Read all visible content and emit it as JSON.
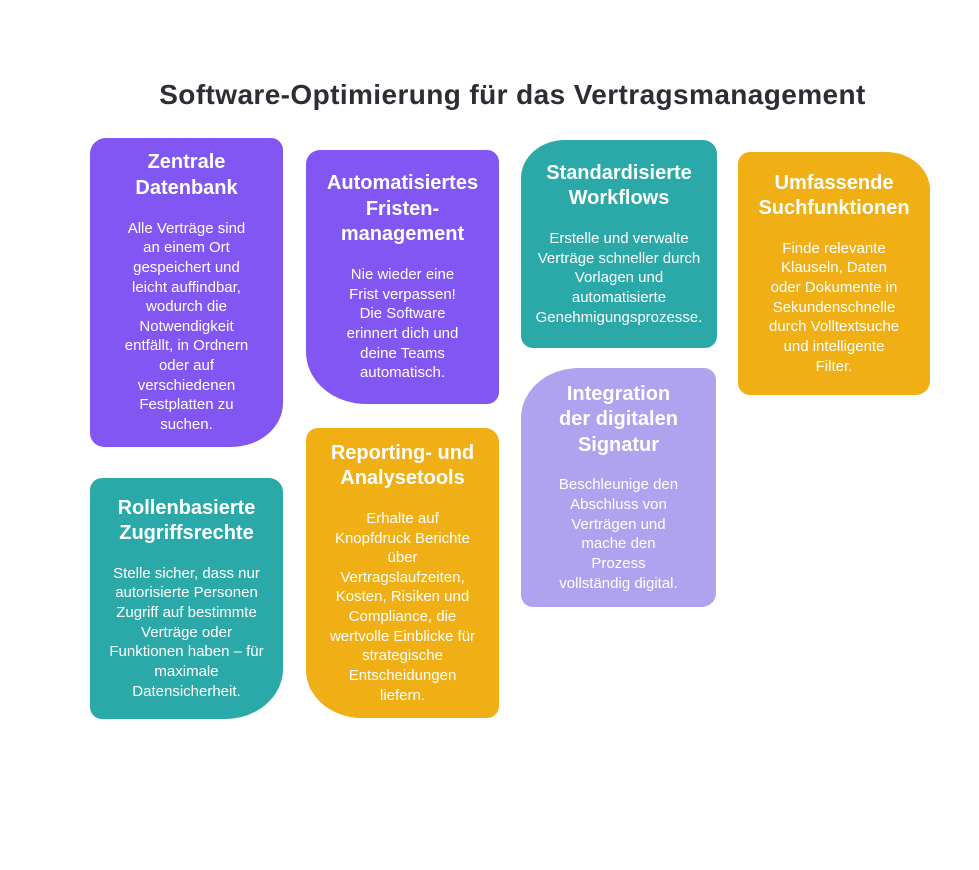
{
  "title": "Software-Optimierung für das Vertragsmanagement",
  "colors": {
    "background": "#FFFFFF",
    "title_text": "#2E2D35",
    "card_text": "#FFFFFF",
    "purple": "#8156F2",
    "teal": "#2BA9A9",
    "gold": "#EFAF15",
    "lavender": "#AFA3F0"
  },
  "cards": [
    {
      "heading": "Zentrale\nDatenbank",
      "body": "Alle Verträge sind\nan einem Ort\ngespeichert und\nleicht auffindbar,\nwodurch die\nNotwendigkeit\nentfällt, in Ordnern\noder auf\nverschiedenen\nFestplatten zu\nsuchen.",
      "color": "purple"
    },
    {
      "heading": "Automatisiertes\nFristen-\nmanagement",
      "body": "Nie wieder eine\nFrist verpassen!\nDie Software\nerinnert dich und\ndeine Teams\nautomatisch.",
      "color": "purple"
    },
    {
      "heading": "Standardisierte\nWorkflows",
      "body": "Erstelle und verwalte\nVerträge schneller durch\nVorlagen und\nautomatisierte\nGenehmigungsprozesse.",
      "color": "teal"
    },
    {
      "heading": "Umfassende\nSuchfunktionen",
      "body": "Finde relevante\nKlauseln, Daten\noder Dokumente in\nSekundenschnelle\ndurch Volltextsuche\nund intelligente\nFilter.",
      "color": "gold"
    },
    {
      "heading": "Rollenbasierte\nZugriffsrechte",
      "body": "Stelle sicher, dass nur\nautorisierte Personen\nZugriff auf bestimmte\nVerträge oder\nFunktionen haben – für\nmaximale\nDatensicherheit.",
      "color": "teal"
    },
    {
      "heading": "Reporting- und\nAnalysetools",
      "body": "Erhalte auf\nKnopfdruck Berichte\nüber\nVertragslaufzeiten,\nKosten, Risiken und\nCompliance, die\nwertvolle Einblicke für\nstrategische\nEntscheidungen\nliefern.",
      "color": "gold"
    },
    {
      "heading": "Integration\nder digitalen\nSignatur",
      "body": "Beschleunige den\nAbschluss von\nVerträgen und\nmache den\nProzess\nvollständig digital.",
      "color": "lavender"
    }
  ]
}
